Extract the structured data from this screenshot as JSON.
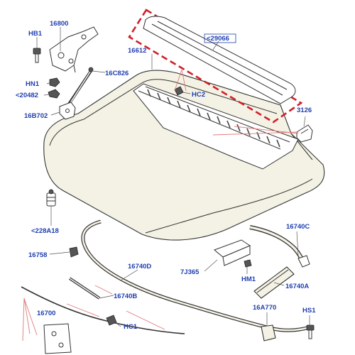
{
  "labels": {
    "l16800": "16800",
    "lHB1": "HB1",
    "l16612": "16612",
    "lhood_seal": "<29066",
    "l16C826": "16C826",
    "lHN1": "HN1",
    "l20482": "<20482",
    "lHC2": "HC2",
    "l3126": "3126",
    "l16B702": "16B702",
    "l228A18": "<228A18",
    "l16758": "16758",
    "l16740C": "16740C",
    "l16740D": "16740D",
    "l7J365": "7J365",
    "lHM1": "HM1",
    "l16740A": "16740A",
    "l16740B": "16740B",
    "l16700": "16700",
    "lHC1": "HC1",
    "l16A770": "16A770",
    "lHS1": "HS1"
  },
  "colors": {
    "label_text": "#1f3fb0",
    "highlight": "#d0202a",
    "hood_fill": "#f4f2e4"
  }
}
